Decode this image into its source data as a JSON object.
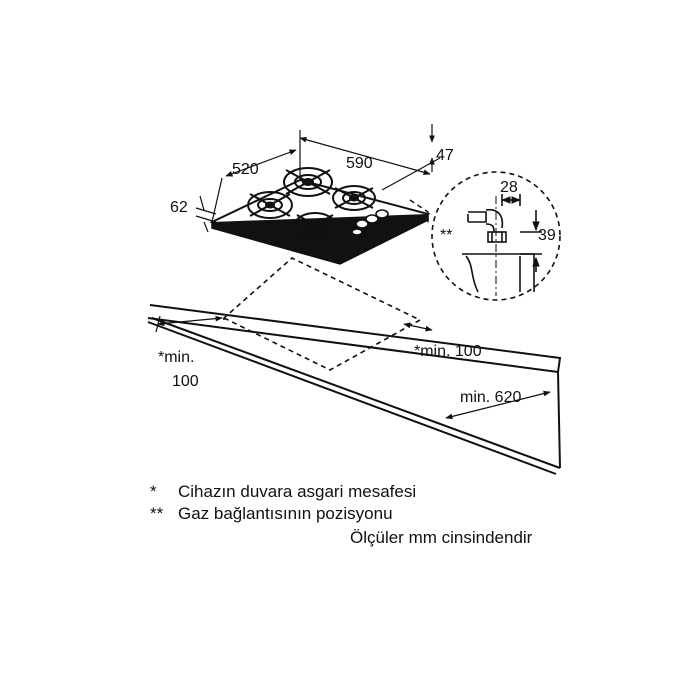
{
  "dimensions": {
    "width_label": "590",
    "depth_label": "520",
    "height_label": "62",
    "back_offset_label": "47",
    "connector_horizontal_label": "28",
    "connector_vertical_label": "39",
    "connector_marker": "**",
    "left_clearance": [
      "*min.",
      "100"
    ],
    "right_clearance": "*min. 100",
    "worktop_depth": "min. 620"
  },
  "legend": {
    "items": [
      {
        "mark": "*",
        "text": "Cihazın duvara asgari mesafesi"
      },
      {
        "mark": "**",
        "text": "Gaz bağlantısının pozisyonu"
      }
    ],
    "units_note": "Ölçüler mm cinsindendir"
  }
}
